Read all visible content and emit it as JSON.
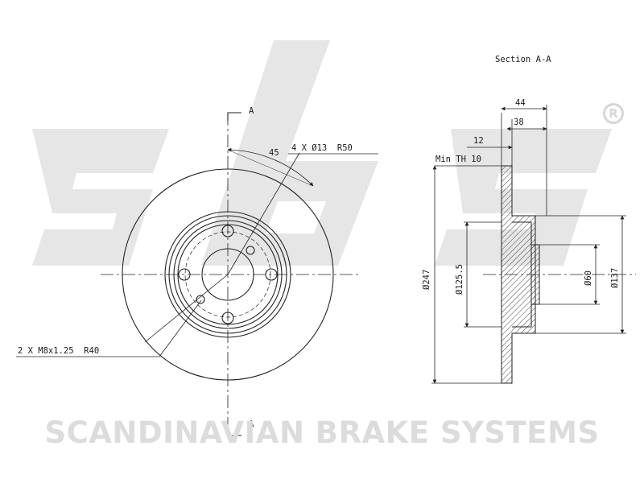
{
  "brand": {
    "logo_text": "sbs",
    "company_name": "SCANDINAVIAN BRAKE SYSTEMS",
    "registered_mark": "R"
  },
  "drawing": {
    "section_title": "Section A-A",
    "section_marker_top": "A",
    "section_marker_bottom": "A",
    "angle_label": "45",
    "holes_label": "4 X Ø13  R50",
    "threads_label": "2 X M8x1.25  R40",
    "dim_overall_width": "44",
    "dim_hat_width": "38",
    "dim_disc_thickness": "12",
    "min_thickness": "Min TH 10",
    "dim_outer_diameter": "Ø247",
    "dim_hat_diameter": "Ø125.5",
    "dim_center_bore": "Ø60",
    "dim_hub_diameter": "Ø137"
  }
}
